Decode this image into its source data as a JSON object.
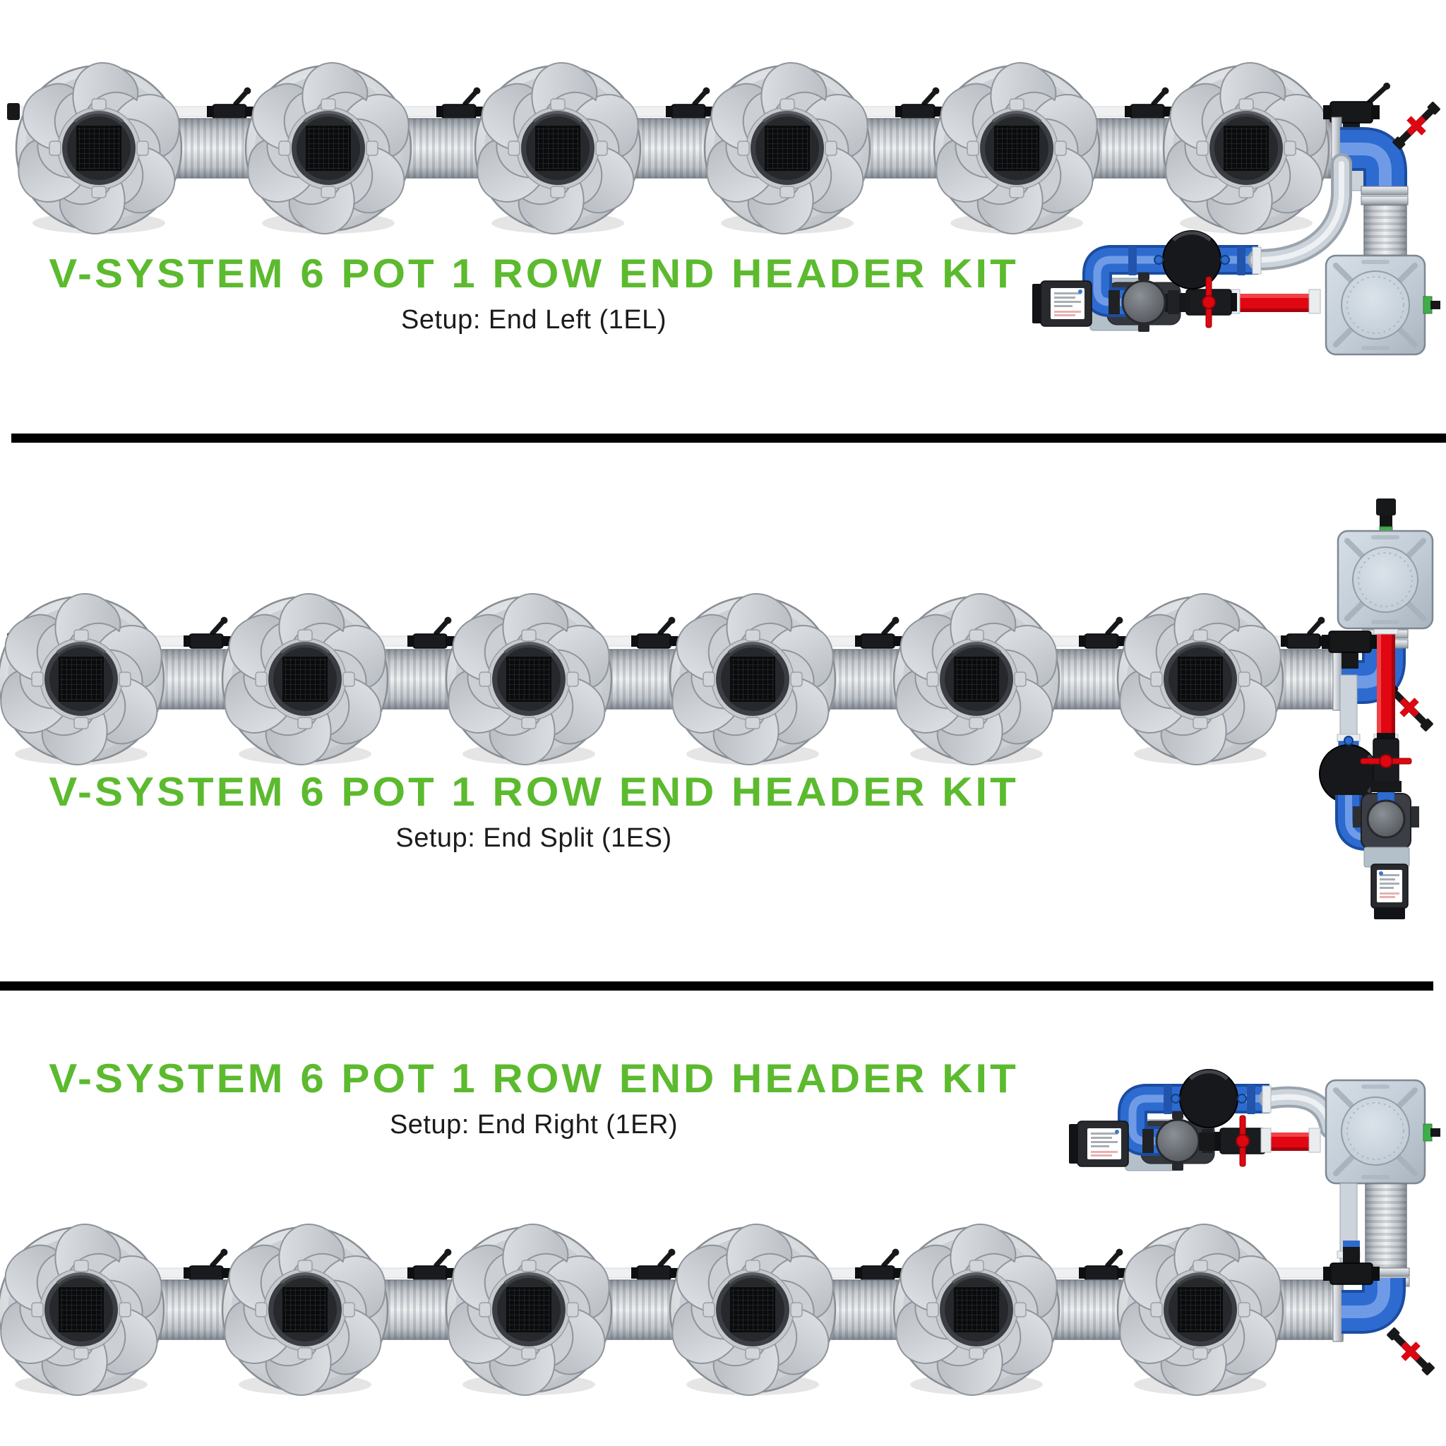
{
  "page": {
    "background": "#ffffff",
    "divider_color": "#000000"
  },
  "colors": {
    "title_green": "#5cba2e",
    "subtitle_text": "#1b1b1d",
    "pipe_blue": "#2e6bd0",
    "pipe_red": "#e00712",
    "hose_gray": "#cbd2d9",
    "pot_silver": "#c9cdd2",
    "reservoir_gray_blue": "#c3cdd7"
  },
  "panels": [
    {
      "title": "V-SYSTEM 6 POT 1 ROW END HEADER KIT",
      "subtitle": "Setup: End Left (1EL)",
      "setup_name": "End Left",
      "setup_code": "1EL",
      "pot_count": 6,
      "row_count": 1,
      "header_position": "right end, reservoir below row"
    },
    {
      "title": "V-SYSTEM 6 POT 1 ROW END HEADER KIT",
      "subtitle": "Setup: End Split (1ES)",
      "setup_name": "End Split",
      "setup_code": "1ES",
      "pot_count": 6,
      "row_count": 1,
      "header_position": "right end, split above and below row"
    },
    {
      "title": "V-SYSTEM 6 POT 1 ROW END HEADER KIT",
      "subtitle": "Setup: End Right (1ER)",
      "setup_name": "End Right",
      "setup_code": "1ER",
      "pot_count": 6,
      "row_count": 1,
      "header_position": "right end, reservoir above row"
    }
  ]
}
